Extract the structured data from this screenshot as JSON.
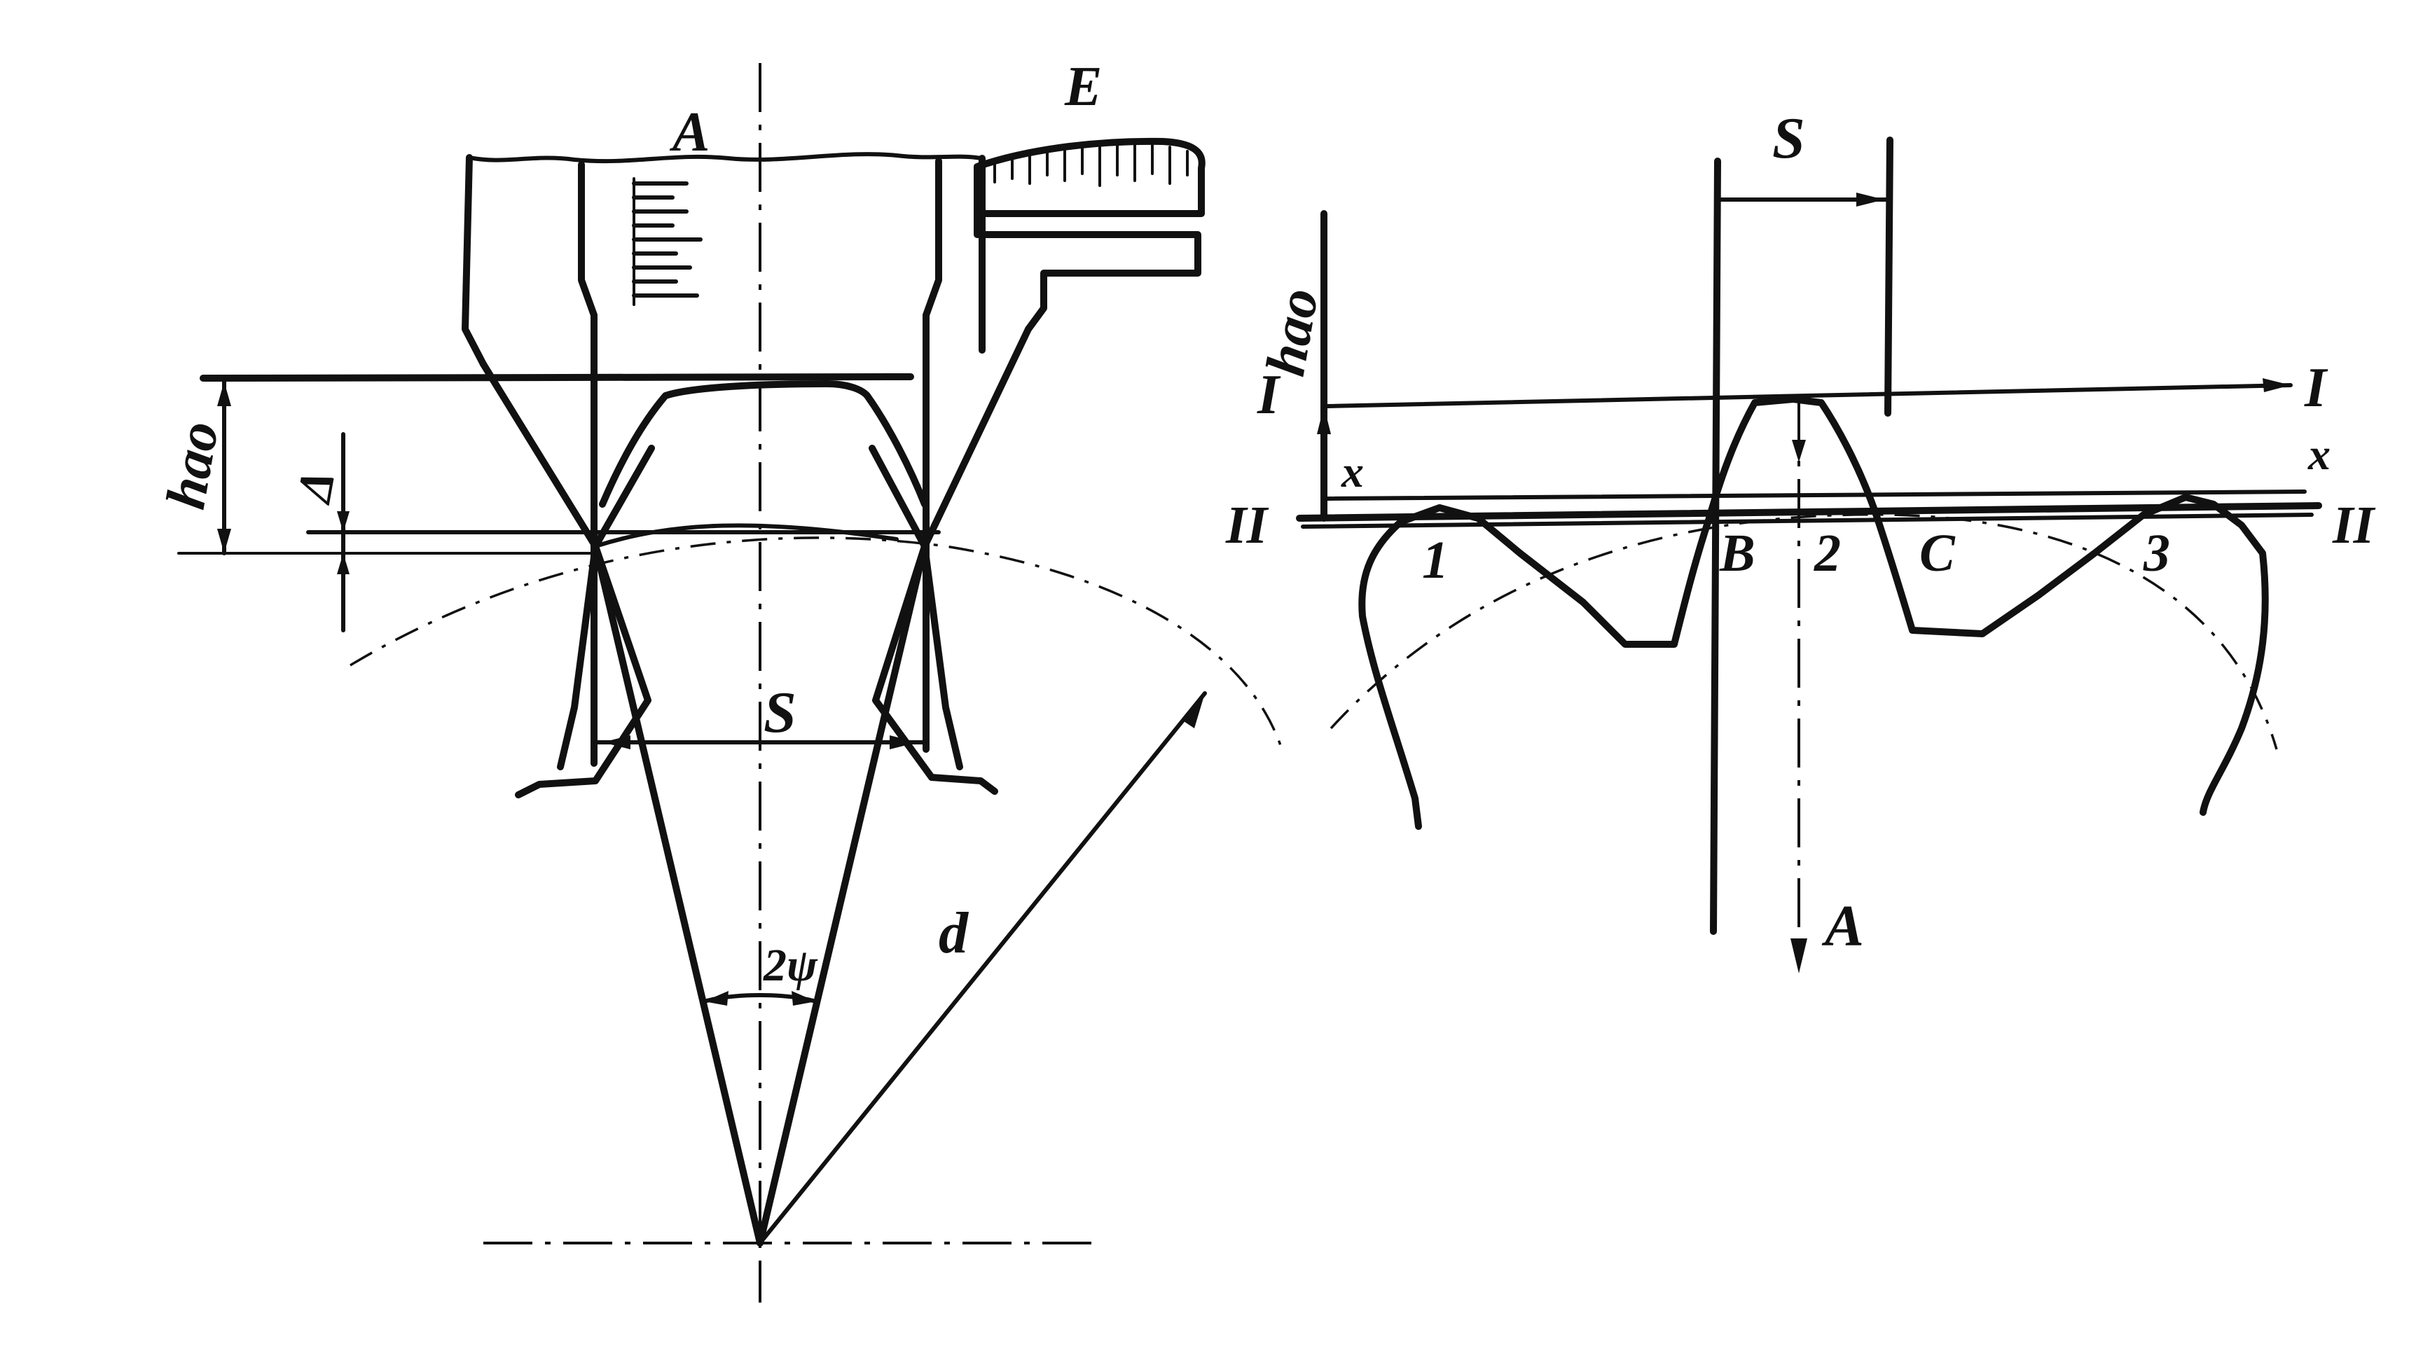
{
  "left_view": {
    "labels": {
      "A": "A",
      "E": "E",
      "hao": "hao",
      "delta": "Δ",
      "S": "S",
      "two_psi": "2ψ",
      "d": "d"
    }
  },
  "right_view": {
    "labels": {
      "S": "S",
      "hao": "hao",
      "I_left": "I",
      "I_right": "I",
      "II_left": "II",
      "II_right": "II",
      "x_left": "x",
      "x_right": "x",
      "tooth_1": "1",
      "tooth_2": "2",
      "tooth_3": "3",
      "B": "B",
      "C": "C",
      "A": "A"
    }
  }
}
